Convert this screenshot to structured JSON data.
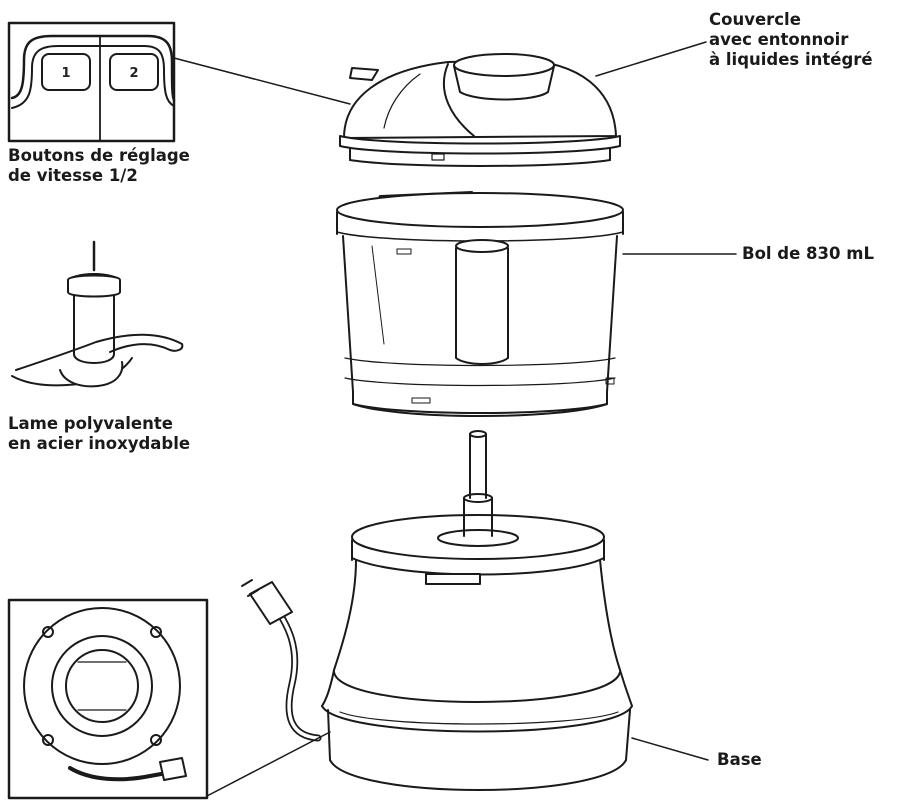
{
  "callouts": {
    "lid": "Couvercle\navec entonnoir\nà liquides intégré",
    "speed_buttons": "Boutons de réglage\nde vitesse 1/2",
    "bowl": "Bol de 830 mL",
    "blade": "Lame polyvalente\nen acier inoxydable",
    "base": "Base"
  },
  "speed_keys": [
    "1",
    "2"
  ],
  "colors": {
    "ink": "#1a1a1a",
    "paper": "#ffffff",
    "bowl_tint": "#f7f7f7"
  }
}
